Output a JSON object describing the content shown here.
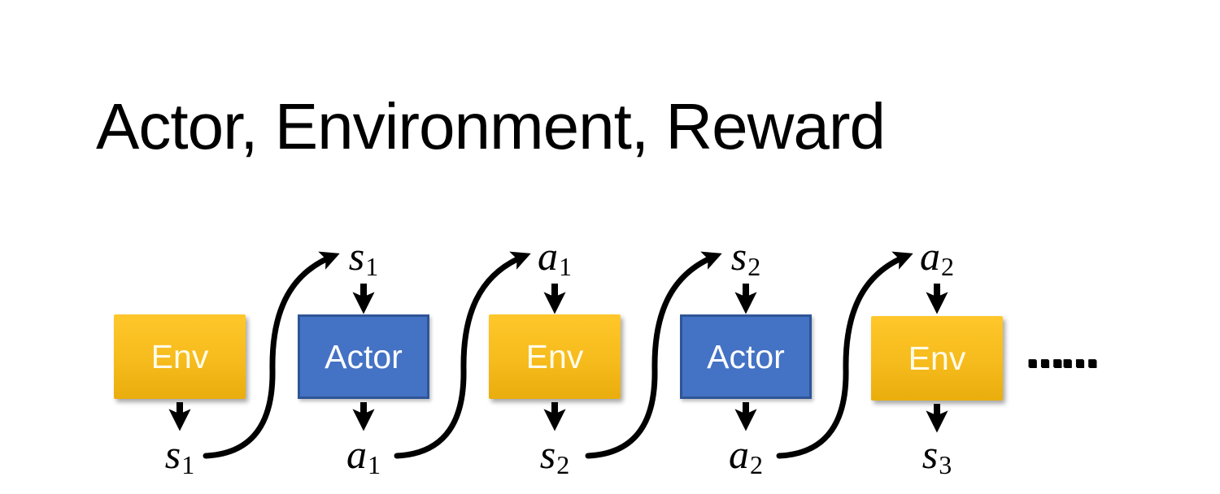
{
  "title": "Actor, Environment, Reward",
  "colors": {
    "env_top": "#FFC72B",
    "env_bottom": "#E9AD0D",
    "actor_fill": "#4472C4",
    "actor_border": "#2F5597",
    "ink": "#000000",
    "env_text": "#FFFBE8",
    "actor_text": "#FFFFFF"
  },
  "diagram": {
    "boxes": [
      {
        "label": "Env",
        "type": "env"
      },
      {
        "label": "Actor",
        "type": "actor"
      },
      {
        "label": "Env",
        "type": "env"
      },
      {
        "label": "Actor",
        "type": "actor"
      },
      {
        "label": "Env",
        "type": "env"
      }
    ],
    "top_labels": [
      {
        "base": "s",
        "sub": "1"
      },
      {
        "base": "a",
        "sub": "1"
      },
      {
        "base": "s",
        "sub": "2"
      },
      {
        "base": "a",
        "sub": "2"
      }
    ],
    "bottom_labels": [
      {
        "base": "s",
        "sub": "1"
      },
      {
        "base": "a",
        "sub": "1"
      },
      {
        "base": "s",
        "sub": "2"
      },
      {
        "base": "a",
        "sub": "2"
      },
      {
        "base": "s",
        "sub": "3"
      }
    ],
    "ellipsis": "……"
  }
}
